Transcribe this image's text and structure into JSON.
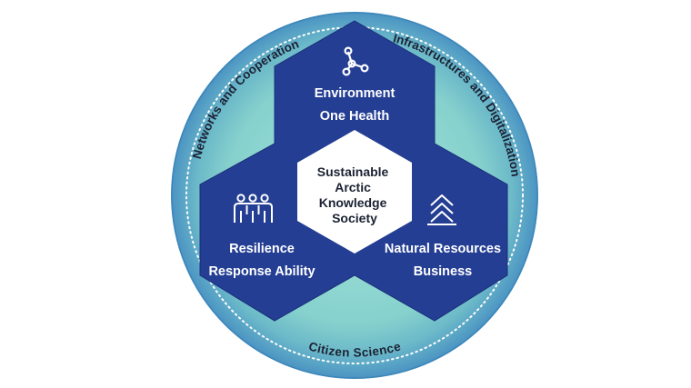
{
  "center": {
    "lines": [
      "Sustainable",
      "Arctic",
      "Knowledge",
      "Society"
    ]
  },
  "pillars": [
    {
      "id": "environment",
      "icon": "molecule-network-icon",
      "line1": "Environment",
      "line2": "One Health"
    },
    {
      "id": "resilience",
      "icon": "people-group-icon",
      "line1": "Resilience",
      "line2": "Response Ability"
    },
    {
      "id": "resources",
      "icon": "trees-icon",
      "line1": "Natural Resources",
      "line2": "Business"
    }
  ],
  "ring": {
    "left": "Networks and Cooperation",
    "right": "Infrastructures and Digitalization",
    "bottom": "Citizen Science"
  },
  "colors": {
    "ring_outer": "#4a98c6",
    "ring_inner": "#87d3cf",
    "shape_fill": "#243e93",
    "center_fill": "#ffffff",
    "text_dark": "#1b2233"
  }
}
